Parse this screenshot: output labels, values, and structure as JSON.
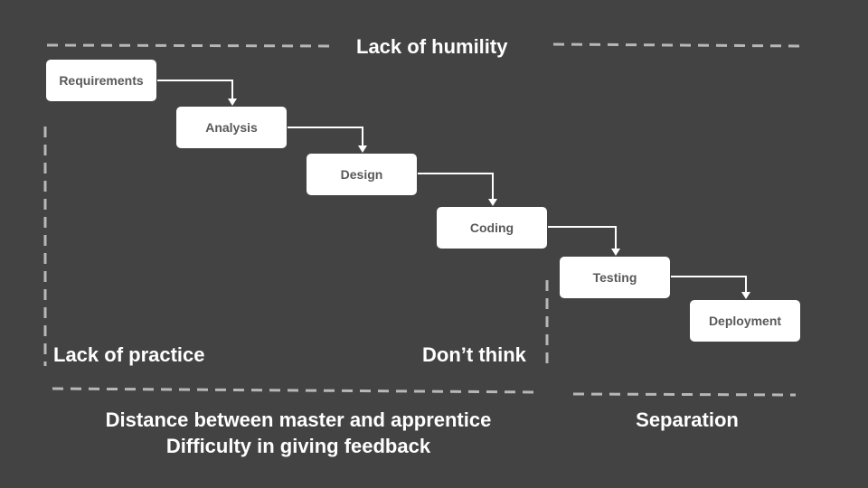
{
  "steps": [
    "Requirements",
    "Analysis",
    "Design",
    "Coding",
    "Testing",
    "Deployment"
  ],
  "labels": {
    "top": "Lack of humility",
    "practice": "Lack of practice",
    "dont_think": "Don’t think",
    "distance": "Distance between master and apprentice",
    "feedback": "Difficulty in giving feedback",
    "separation": "Separation"
  },
  "colors": {
    "background": "#434343",
    "box": "#ffffff",
    "box_text": "#595959",
    "label": "#ffffff",
    "dashed": "#b7b7b7",
    "arrow": "#ffffff"
  }
}
